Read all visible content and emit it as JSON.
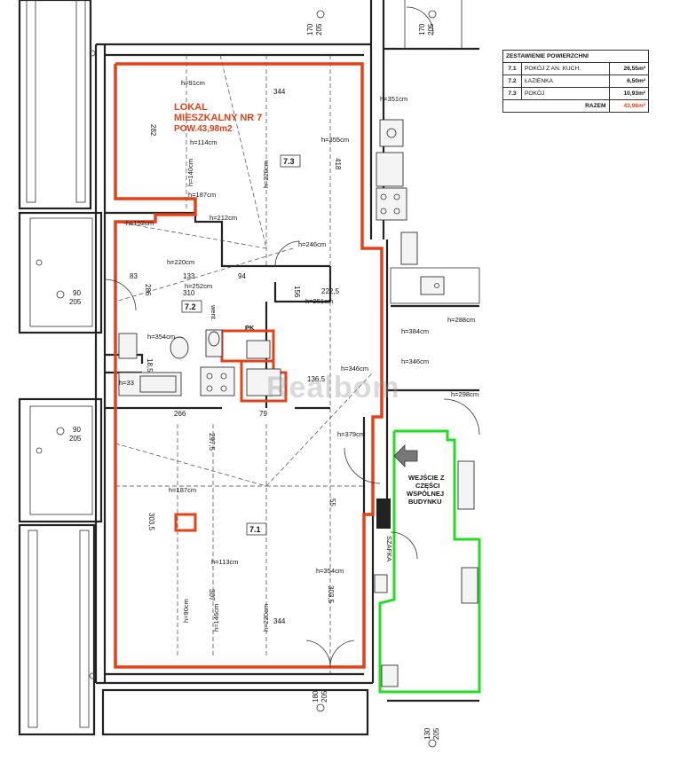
{
  "colors": {
    "apartment": "#e0421a",
    "entrance": "#22dd22",
    "wall": "#222222",
    "text": "#111111"
  },
  "unit": {
    "line1": "LOKAL",
    "line2": "MIESZKALNY NR 7",
    "line3": "POW.43,98m2"
  },
  "rooms": {
    "r73": "7.3",
    "r72": "7.2",
    "r71": "7.1"
  },
  "legend": {
    "header": "ZESTAWIENIE POWIERZCHNI",
    "rows": [
      {
        "num": "7.1",
        "name": "POKÓJ Z AN. KUCH.",
        "area": "26,55m²"
      },
      {
        "num": "7.2",
        "name": "ŁAZIENKA",
        "area": "6,50m²"
      },
      {
        "num": "7.3",
        "name": "POKÓJ",
        "area": "10,93m²"
      }
    ],
    "total_label": "RAZEM",
    "total_value": "43,98m²"
  },
  "heights": {
    "h91": "h=91cm",
    "h114": "h=114cm",
    "h140": "h=140cm",
    "h187a": "h=187cm",
    "h212": "h=212cm",
    "h220a": "h=220cm",
    "h252": "h=252cm",
    "h246": "h=246cm",
    "h251": "h=251cm",
    "h351": "h=351cm",
    "h355": "h=355cm",
    "h354a": "h=354cm",
    "h33": "h=33",
    "h346a": "h=346cm",
    "h379": "h=379cm",
    "h187b": "h=187cm",
    "h113": "h=113cm",
    "h90": "h=90cm",
    "h146": "h=146cm",
    "h220b": "h=220cm",
    "h354b": "h=354cm",
    "h288": "h=288cm",
    "h384": "h=384cm",
    "h346b": "h=346cm",
    "h298": "h=298cm",
    "h220c": "h=220cm",
    "h152": "h=152cm"
  },
  "dims": {
    "d344a": "344",
    "d282": "282",
    "d418": "418",
    "d83": "83",
    "d133": "133",
    "d94": "94",
    "d310": "310",
    "d2225": "222,5",
    "d156": "156",
    "d266": "266",
    "d79": "79",
    "d2975": "297,5",
    "d1365": "136,5",
    "d307": "307",
    "d3035": "303,5",
    "d55": "55",
    "d3035b": "303,5",
    "d344b": "344",
    "d286": "286",
    "d186": "18,5"
  },
  "openings": {
    "top_left_a": "170",
    "top_left_b": "205",
    "top_right_a": "170",
    "top_right_b": "205",
    "balc1_a": "90",
    "balc1_b": "205",
    "balc2_a": "90",
    "balc2_b": "205",
    "bottom_a": "180",
    "bottom_b": "205",
    "bottom_right_a": "130",
    "bottom_right_b": "205"
  },
  "notes": {
    "entrance_line1": "WEJŚCIE Z",
    "entrance_line2": "CZĘŚCI",
    "entrance_line3": "WSPÓLNEJ",
    "entrance_line4": "BUDYNKU",
    "shaft": "SZAFKA",
    "pk": "PK",
    "went": "went."
  },
  "watermark": "Realbom"
}
